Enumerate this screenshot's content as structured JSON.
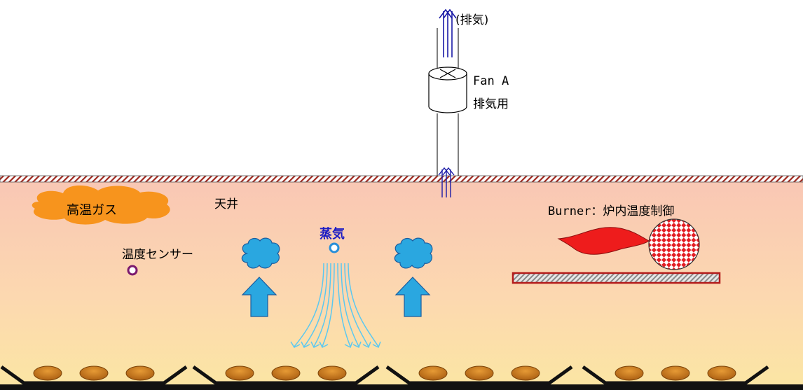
{
  "labels": {
    "exhaust": "(排気)",
    "fan_name": "Fan A",
    "fan_purpose": "排気用",
    "ceiling": "天井",
    "hot_gas": "高温ガス",
    "temp_sensor": "温度センサー",
    "steam": "蒸気",
    "burner": "Burner：炉内温度制御"
  },
  "colors": {
    "furnace_top": "#f9c7b4",
    "furnace_bottom": "#fbe3a6",
    "hot_gas_cloud": "#f7941d",
    "steam_cloud": "#29abe2",
    "steam_label": "#1b1bc4",
    "exhaust_arrow": "#1a1aa6",
    "steam_flow": "#5bc8f0",
    "sensor_ring": "#7b1a6e",
    "burner_flame": "#ee1c1c",
    "conveyor": "#111111",
    "product": "#c9781a"
  },
  "icons": [
    "exhaust-arrow-icon",
    "fan-icon",
    "cloud-icon",
    "sensor-icon",
    "steam-nozzle-icon",
    "up-arrow-icon",
    "flame-icon",
    "burner-head-icon"
  ]
}
